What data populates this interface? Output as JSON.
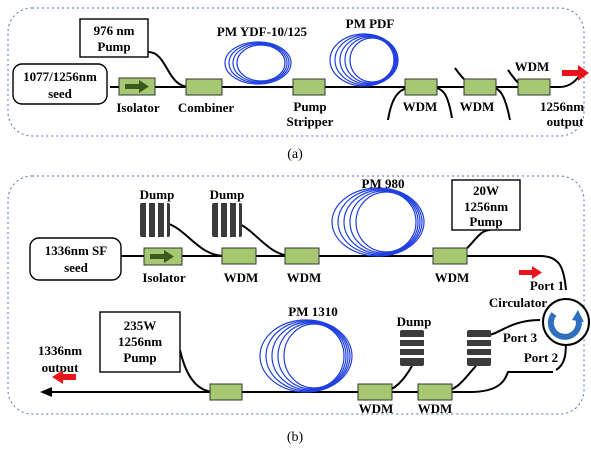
{
  "panel_a": {
    "caption": "(a)",
    "pump_label_line1": "976 nm",
    "pump_label_line2": "Pump",
    "seed_label_line1": "1077/1256nm",
    "seed_label_line2": "seed",
    "isolator": "Isolator",
    "combiner": "Combiner",
    "fiber1": "PM YDF-10/125",
    "fiber2": "PM PDF",
    "stripper_line1": "Pump",
    "stripper_line2": "Stripper",
    "wdm1": "WDM",
    "wdm2": "WDM",
    "wdm3": "WDM",
    "output_line1": "1256nm",
    "output_line2": "output"
  },
  "panel_b": {
    "caption": "(b)",
    "dump1": "Dump",
    "dump2": "Dump",
    "dump3": "Dump",
    "fiber1": "PM 980",
    "pump1_line1": "20W",
    "pump1_line2": "1256nm",
    "pump1_line3": "Pump",
    "seed_line1": "1336nm SF",
    "seed_line2": "seed",
    "isolator": "Isolator",
    "wdm1": "WDM",
    "wdm2": "WDM",
    "wdm3": "WDM",
    "wdm4": "WDM",
    "wdm5": "WDM",
    "port1": "Port 1",
    "circulator": "Circulator",
    "port3": "Port 3",
    "port2": "Port 2",
    "pump2_line1": "235W",
    "pump2_line2": "1256nm",
    "pump2_line3": "Pump",
    "fiber2": "PM 1310",
    "output_line1": "1336nm",
    "output_line2": "output"
  },
  "colors": {
    "fiber_coil": "#1f3fe0",
    "component": "#a6c873",
    "arrow": "#e8141a",
    "isolator_arrow": "#3d5a1e",
    "circulator_arrow": "#2f6fc0",
    "panel_border": "#4a6fb5"
  }
}
